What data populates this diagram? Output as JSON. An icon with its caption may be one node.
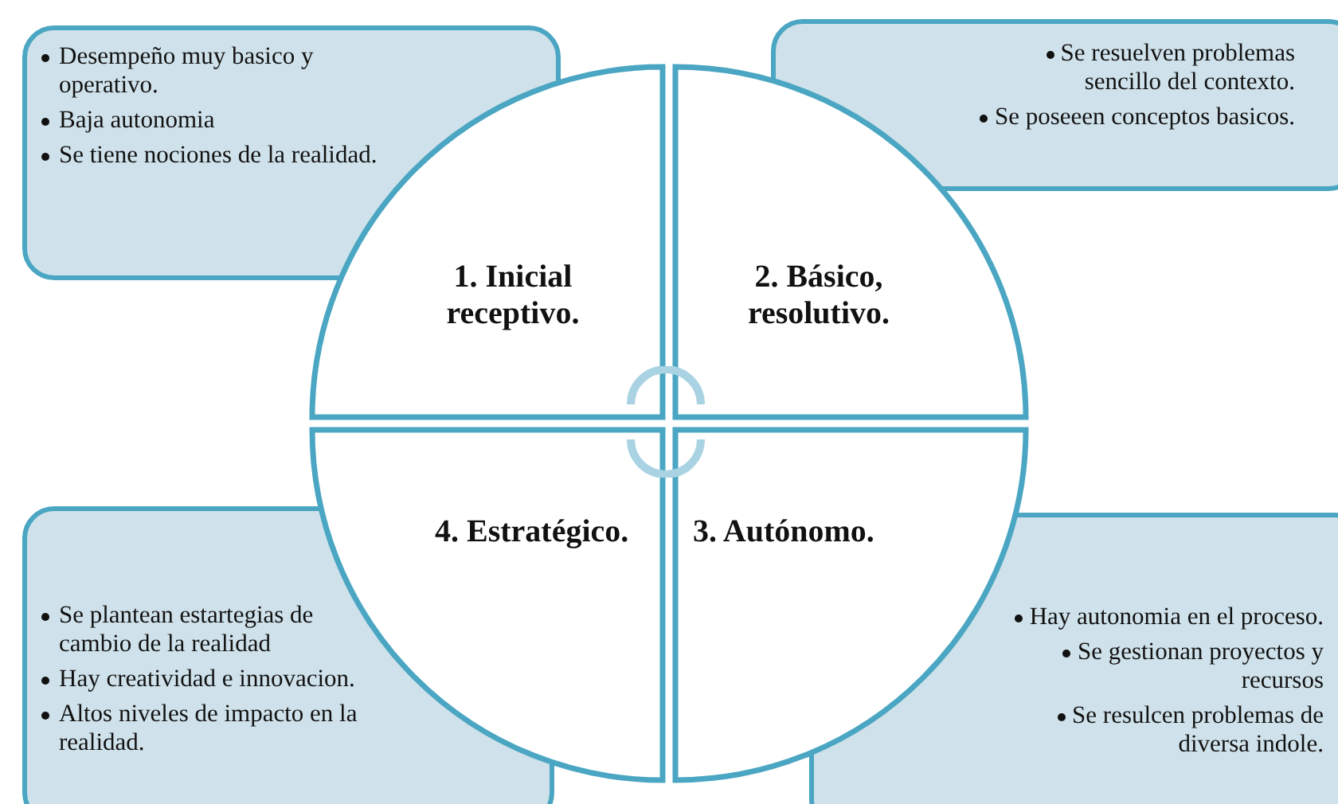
{
  "diagram": {
    "nodes": [
      {
        "text": [
          "Desempeño muy basico y operativo.",
          "Baja autonomia",
          "Se tiene nociones de la realidad."
        ]
      },
      {
        "text": [
          "Se resuelven problemas sencillo del contexto.",
          "Se poseeen conceptos basicos."
        ]
      },
      {
        "text": [
          "1. Inicial receptivo."
        ]
      },
      {
        "text": [
          "2. Básico, resolutivo."
        ]
      },
      {
        "text": [
          "4. Estratégico."
        ]
      },
      {
        "text": [
          "3. Autónomo."
        ]
      },
      {
        "text": [
          "Se plantean estartegias de cambio de la realidad",
          "Hay creatividad e innovacion.",
          "Altos niveles de impacto en la realidad."
        ]
      },
      {
        "text": [
          "Hay autonomia en el proceso.",
          "Se gestionan proyectos y recursos",
          "Se resulcen problemas de diversa indole."
        ]
      }
    ],
    "edges": []
  }
}
